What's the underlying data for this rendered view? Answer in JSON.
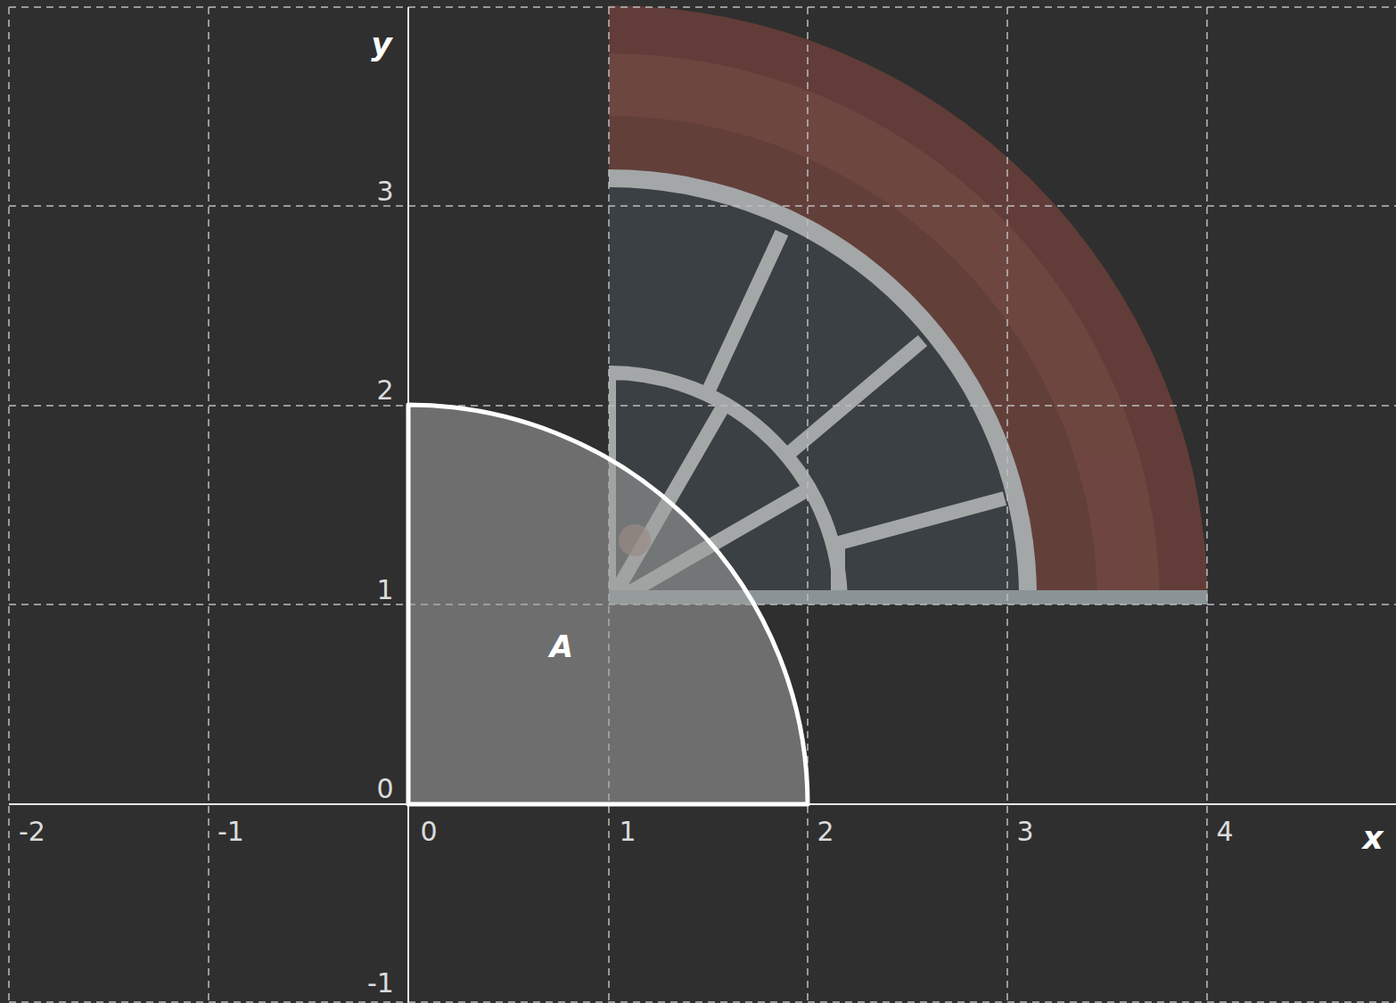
{
  "diagram": {
    "nodes": [
      {
        "text": [
          "A"
        ]
      }
    ],
    "labels": [
      "y",
      "3",
      "2",
      "1",
      "0",
      "-1",
      "-2",
      "-1",
      "0",
      "1",
      "2",
      "3",
      "4",
      "x"
    ]
  }
}
